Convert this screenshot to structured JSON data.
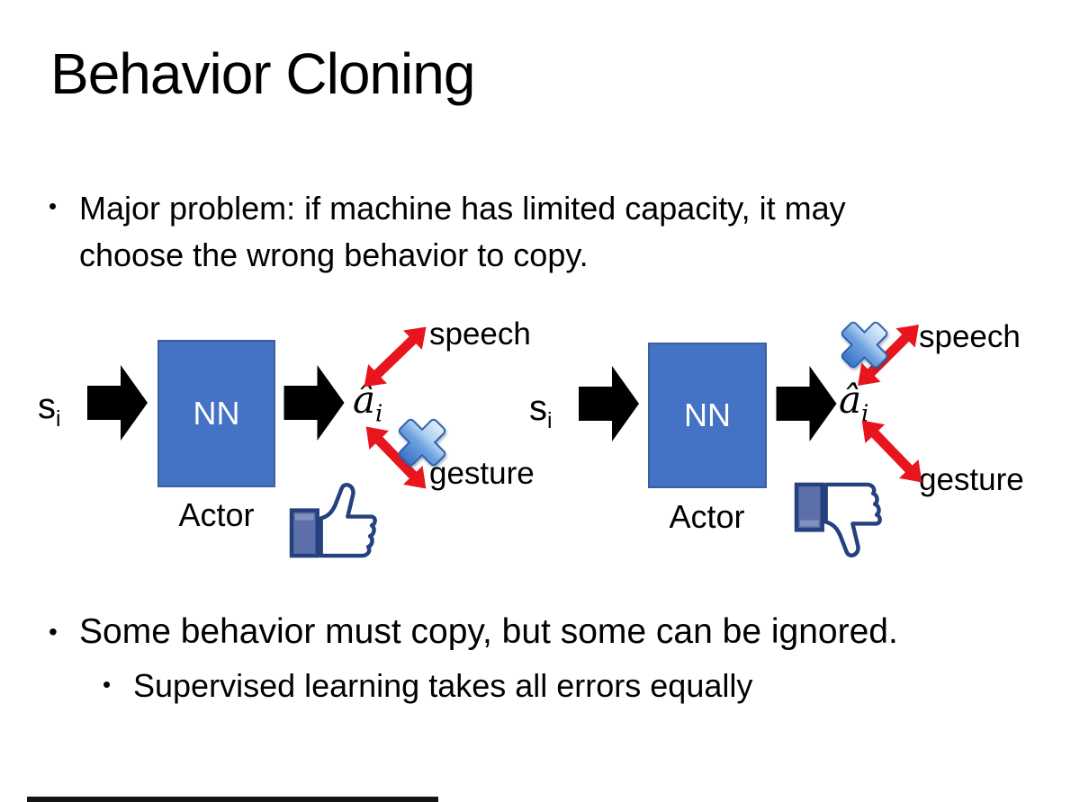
{
  "title": "Behavior Cloning",
  "bullet_marker": "•",
  "bullets": {
    "major_problem": "Major problem: if machine has limited capacity, it may choose the wrong behavior to copy.",
    "some_behavior": "Some behavior must copy, but some can be ignored.",
    "supervised": "Supervised learning takes all errors equally"
  },
  "diagram_left": {
    "input": "s",
    "input_sub": "i",
    "box": "NN",
    "caption": "Actor",
    "output": "â",
    "output_sub": "i",
    "speech_label": "speech",
    "gesture_label": "gesture",
    "crossed_out": "gesture",
    "feedback_icon": "thumbs-up"
  },
  "diagram_right": {
    "input": "s",
    "input_sub": "i",
    "box": "NN",
    "caption": "Actor",
    "output": "â",
    "output_sub": "i",
    "speech_label": "speech",
    "gesture_label": "gesture",
    "crossed_out": "speech",
    "feedback_icon": "thumbs-down"
  },
  "colors": {
    "box_blue": "#4472C4",
    "arrow_red": "#E8151E",
    "arrow_black": "#000000",
    "icon_navy": "#24407E",
    "cuff_blue": "#5C6FA8",
    "cross_blue_dark": "#3973C8",
    "cross_blue_light": "#E3EFFB"
  }
}
